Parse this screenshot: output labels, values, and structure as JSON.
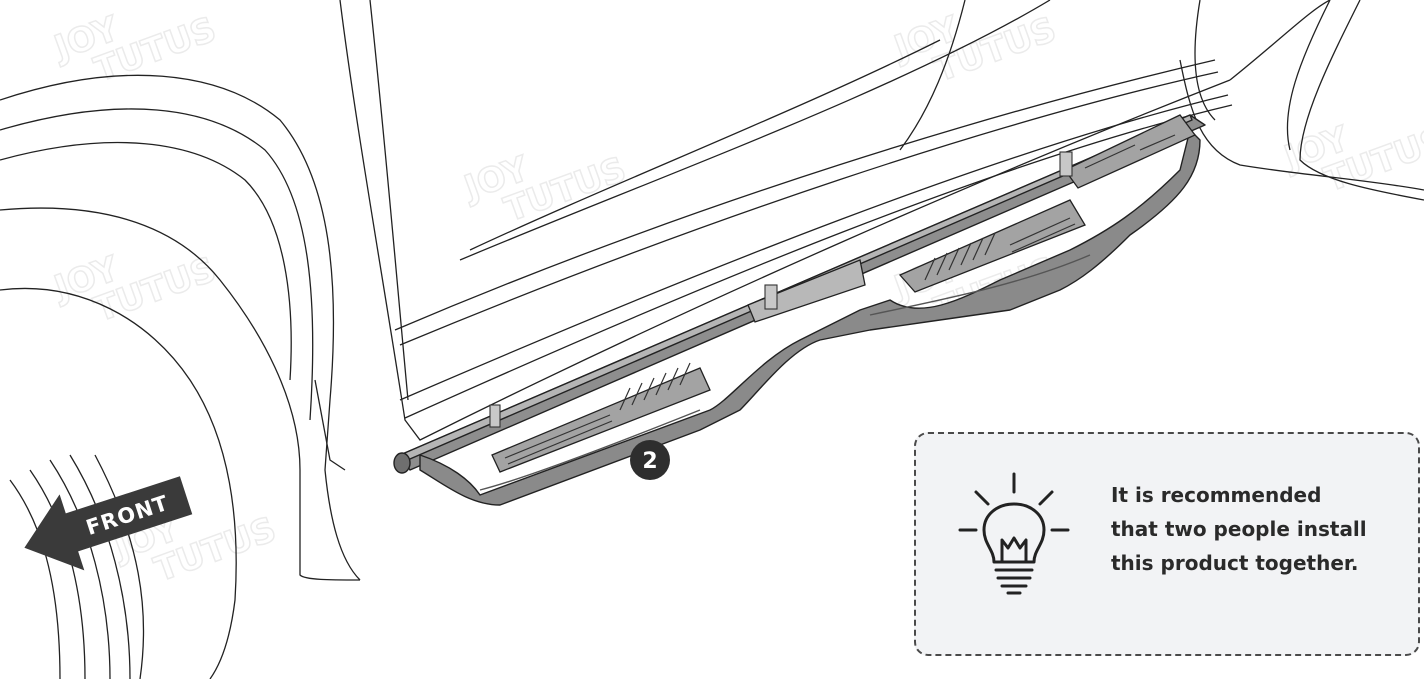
{
  "diagram": {
    "direction_label": "FRONT",
    "step_number": "2",
    "watermark": [
      "JOY",
      "TUTUS"
    ]
  },
  "tip": {
    "icon": "lightbulb-icon",
    "lines": [
      "It is recommended",
      "that two people install",
      "this product together."
    ]
  }
}
